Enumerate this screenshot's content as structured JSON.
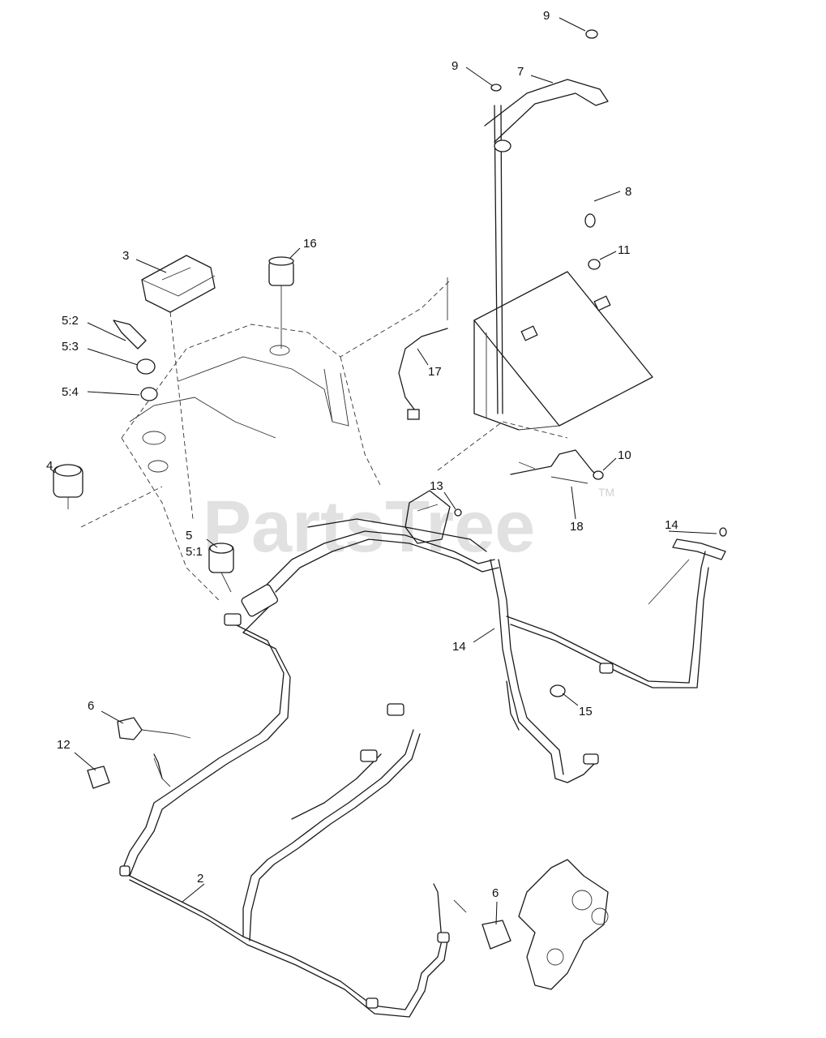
{
  "watermark": {
    "text": "PartsTree",
    "trademark": "TM"
  },
  "callouts": [
    {
      "id": "c9a",
      "label": "9"
    },
    {
      "id": "c9b",
      "label": "9"
    },
    {
      "id": "c7",
      "label": "7"
    },
    {
      "id": "c8",
      "label": "8"
    },
    {
      "id": "c11",
      "label": "11"
    },
    {
      "id": "c16",
      "label": "16"
    },
    {
      "id": "c3",
      "label": "3"
    },
    {
      "id": "c52",
      "label": "5:2"
    },
    {
      "id": "c53",
      "label": "5:3"
    },
    {
      "id": "c54",
      "label": "5:4"
    },
    {
      "id": "c17",
      "label": "17"
    },
    {
      "id": "c4",
      "label": "4"
    },
    {
      "id": "c10",
      "label": "10"
    },
    {
      "id": "c13",
      "label": "13"
    },
    {
      "id": "c18",
      "label": "18"
    },
    {
      "id": "c14a",
      "label": "14"
    },
    {
      "id": "c5",
      "label": "5"
    },
    {
      "id": "c51",
      "label": "5:1"
    },
    {
      "id": "c14b",
      "label": "14"
    },
    {
      "id": "c15",
      "label": "15"
    },
    {
      "id": "c6a",
      "label": "6"
    },
    {
      "id": "c12",
      "label": "12"
    },
    {
      "id": "c2",
      "label": "2"
    },
    {
      "id": "c6b",
      "label": "6"
    }
  ]
}
